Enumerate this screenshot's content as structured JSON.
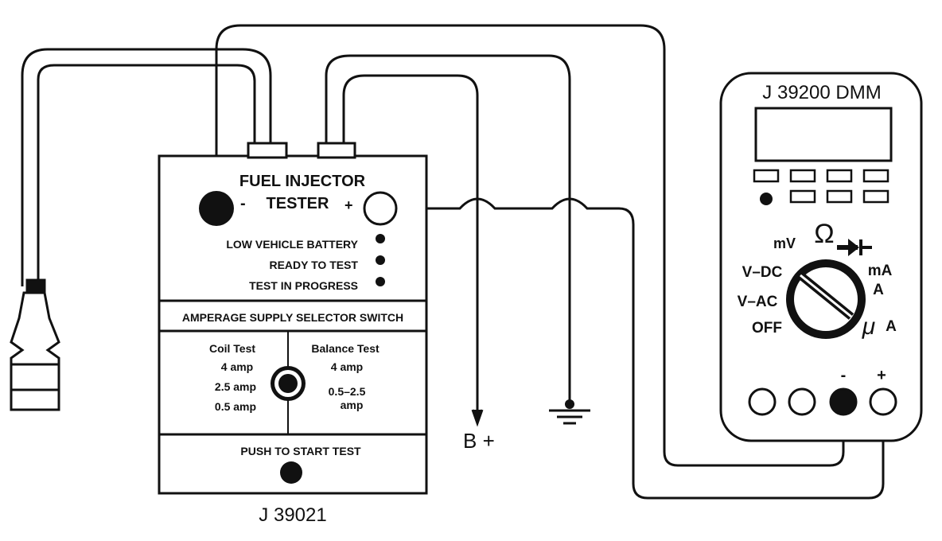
{
  "tester": {
    "title_line1": "FUEL INJECTOR",
    "title_line2": "TESTER",
    "minus": "-",
    "plus": "+",
    "indicators": [
      "LOW VEHICLE BATTERY",
      "READY TO TEST",
      "TEST IN PROGRESS"
    ],
    "selector_header": "AMPERAGE SUPPLY SELECTOR SWITCH",
    "coil_test": {
      "title": "Coil Test",
      "options": [
        "4 amp",
        "2.5 amp",
        "0.5 amp"
      ]
    },
    "balance_test": {
      "title": "Balance Test",
      "options": [
        "4 amp",
        "0.5–2.5",
        "amp"
      ]
    },
    "push_label": "PUSH TO START TEST",
    "model": "J 39021"
  },
  "supply": {
    "b_plus": "B +"
  },
  "dmm": {
    "title": "J 39200 DMM",
    "dial_labels": {
      "mv": "mV",
      "ohm": "Ω",
      "vdc": "V–DC",
      "vac": "V–AC",
      "off": "OFF",
      "ma": "mA",
      "a": "A",
      "micro": "μ",
      "ua": "A"
    },
    "jack_minus": "-",
    "jack_plus": "+"
  }
}
